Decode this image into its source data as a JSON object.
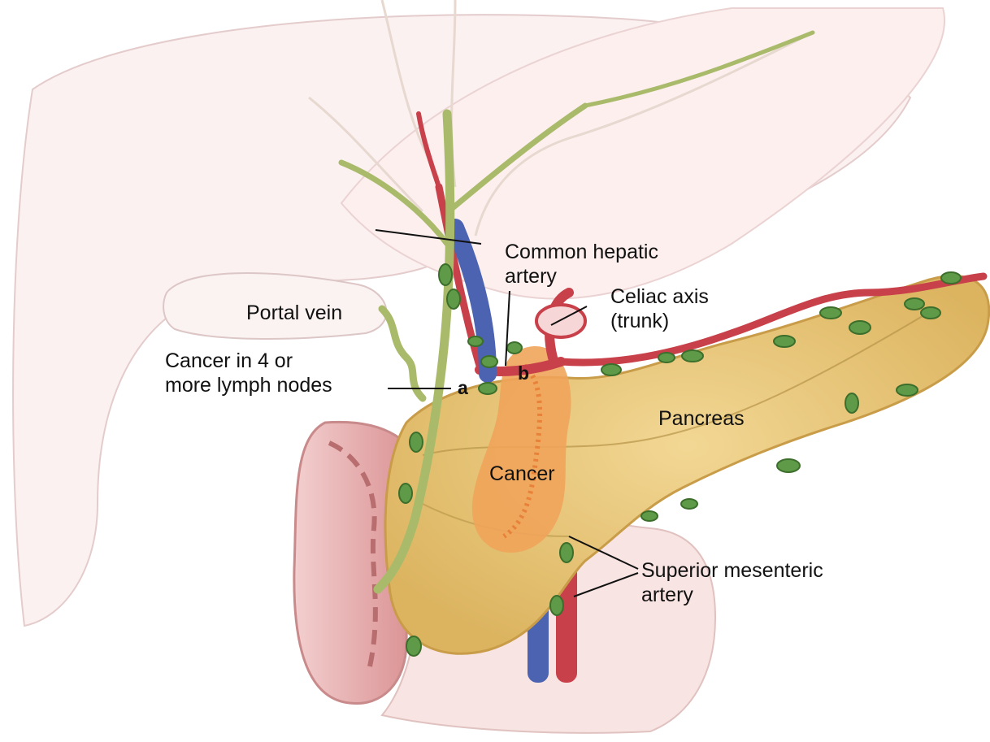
{
  "labels": {
    "common_hepatic_artery": [
      "Common hepatic",
      "artery"
    ],
    "celiac_axis": [
      "Celiac axis",
      "(trunk)"
    ],
    "portal_vein": "Portal vein",
    "lymph_nodes": [
      "Cancer in 4 or",
      "more lymph nodes"
    ],
    "pancreas": "Pancreas",
    "cancer": "Cancer",
    "superior_mesenteric_artery": [
      "Superior mesenteric",
      "artery"
    ],
    "marker_a": "a",
    "marker_b": "b"
  },
  "colors": {
    "pancreas": "#e9c77a",
    "tumor": "#f0a45a",
    "artery": "#c8404a",
    "vein": "#4b63b0",
    "lymph_node": "#5f9a48",
    "bile_duct": "#a9bb6a",
    "organ_pink": "#f6dedd",
    "duodenum": "#e6a8a8"
  }
}
